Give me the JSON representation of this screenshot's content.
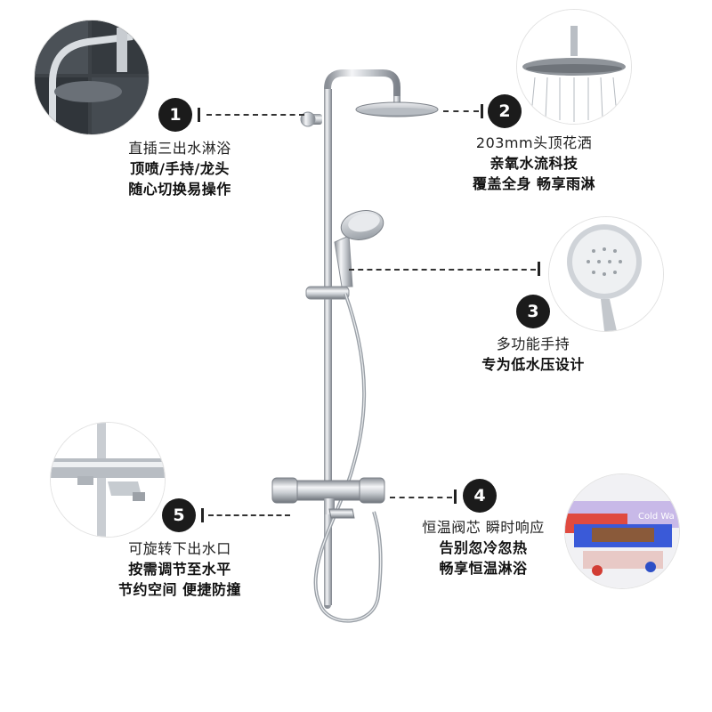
{
  "features": [
    {
      "number": "1",
      "thumb_icon": "shower-rail-closeup-icon",
      "title": "直插三出水淋浴",
      "lines": [
        "顶喷/手持/龙头",
        "随心切换易操作"
      ]
    },
    {
      "number": "2",
      "thumb_icon": "rain-showerhead-spray-icon",
      "title": "203mm头顶花洒",
      "lines": [
        "亲氧水流科技",
        "覆盖全身 畅享雨淋"
      ]
    },
    {
      "number": "3",
      "thumb_icon": "hand-shower-head-icon",
      "title": "多功能手持",
      "lines": [
        "专为低水压设计"
      ]
    },
    {
      "number": "4",
      "thumb_icon": "thermostatic-cartridge-cutaway-icon",
      "title": "恒温阀芯 瞬时响应",
      "lines": [
        "告别忽冷忽热",
        "畅享恒温淋浴"
      ],
      "thumb_label": "Cold Wa"
    },
    {
      "number": "5",
      "thumb_icon": "swivel-spout-icon",
      "title": "可旋转下出水口",
      "lines": [
        "按需调节至水平",
        "节约空间 便捷防撞"
      ]
    }
  ],
  "colors": {
    "badge": "#1b1b1b",
    "chrome_light": "#f4f5f7",
    "chrome_dark": "#8a8f96",
    "leader_line": "#333333"
  }
}
